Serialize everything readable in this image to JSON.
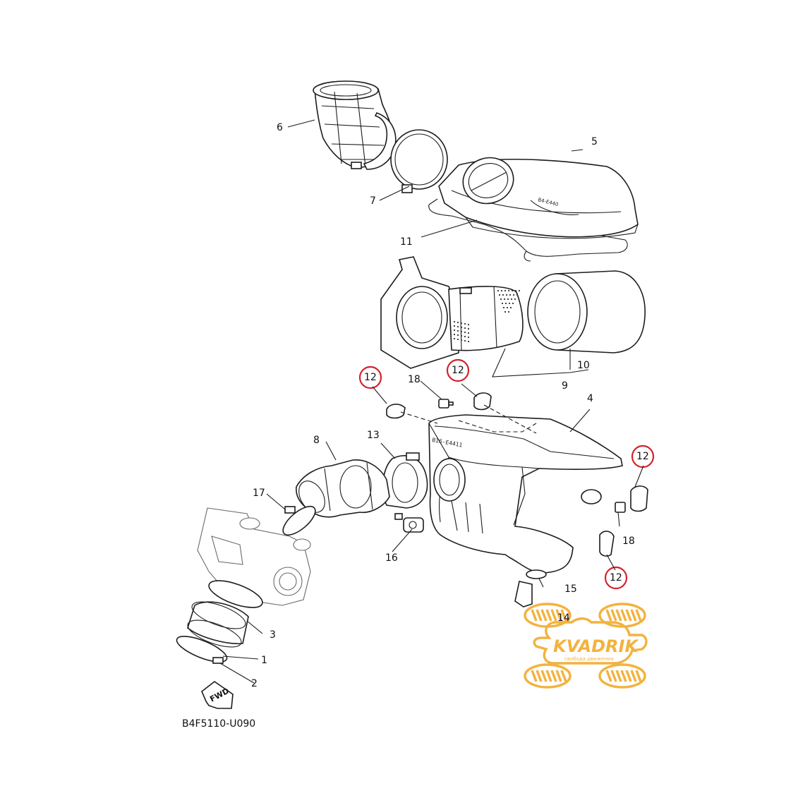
{
  "diagram": {
    "code": "B4F5110-U090",
    "fwd_label": "FWD",
    "callouts": [
      {
        "id": "c1",
        "text": "1",
        "highlighted": false
      },
      {
        "id": "c2",
        "text": "2",
        "highlighted": false
      },
      {
        "id": "c3",
        "text": "3",
        "highlighted": false
      },
      {
        "id": "c4",
        "text": "4",
        "highlighted": false
      },
      {
        "id": "c5",
        "text": "5",
        "highlighted": false
      },
      {
        "id": "c6",
        "text": "6",
        "highlighted": false
      },
      {
        "id": "c7",
        "text": "7",
        "highlighted": false
      },
      {
        "id": "c8",
        "text": "8",
        "highlighted": false
      },
      {
        "id": "c9",
        "text": "9",
        "highlighted": false
      },
      {
        "id": "c10",
        "text": "10",
        "highlighted": false
      },
      {
        "id": "c11",
        "text": "11",
        "highlighted": false
      },
      {
        "id": "c12a",
        "text": "12",
        "highlighted": true
      },
      {
        "id": "c12b",
        "text": "12",
        "highlighted": true
      },
      {
        "id": "c12c",
        "text": "12",
        "highlighted": true
      },
      {
        "id": "c12d",
        "text": "12",
        "highlighted": true
      },
      {
        "id": "c13",
        "text": "13",
        "highlighted": false
      },
      {
        "id": "c14",
        "text": "14",
        "highlighted": false
      },
      {
        "id": "c15",
        "text": "15",
        "highlighted": false
      },
      {
        "id": "c16",
        "text": "16",
        "highlighted": false
      },
      {
        "id": "c17",
        "text": "17",
        "highlighted": false
      },
      {
        "id": "c18a",
        "text": "18",
        "highlighted": false
      },
      {
        "id": "c18b",
        "text": "18",
        "highlighted": false
      }
    ],
    "part_markings": {
      "case_stamp": "B16-E4411",
      "cover_stamp": "B4-E440"
    },
    "highlight_color": "#d5222b"
  },
  "watermark": {
    "brand": "KVADRIK",
    "tagline": "свобода движения",
    "color": "#f3b23e"
  }
}
